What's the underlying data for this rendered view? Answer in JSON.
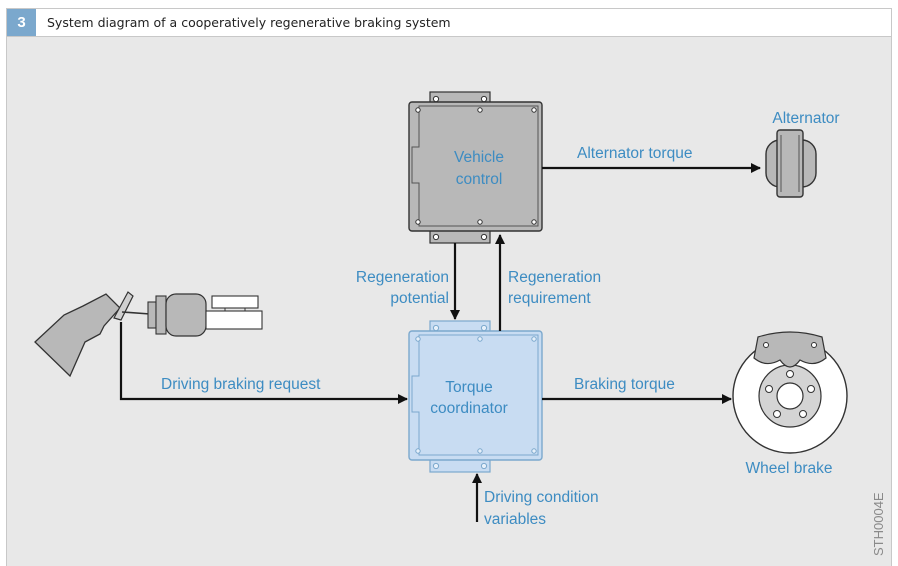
{
  "figure": {
    "number": "3",
    "title": "System diagram of a cooperatively regenerative braking system"
  },
  "nodes": {
    "vehicle_control": [
      "Vehicle",
      "control"
    ],
    "torque_coordinator": [
      "Torque",
      "coordinator"
    ],
    "alternator": "Alternator",
    "wheel_brake": "Wheel brake"
  },
  "edges": {
    "alternator_torque": "Alternator torque",
    "regeneration_potential": [
      "Regeneration",
      "potential"
    ],
    "regeneration_requirement": [
      "Regeneration",
      "requirement"
    ],
    "driving_braking_request": "Driving braking request",
    "braking_torque": "Braking torque",
    "driving_condition_variables": [
      "Driving condition",
      "variables"
    ]
  },
  "code": "STH0004E",
  "colors": {
    "label": "#3d8cc2",
    "header_accent": "#7ba8cd",
    "ecu_grey": "#b8b8b8",
    "ecu_blue": "#c8dcf2"
  }
}
